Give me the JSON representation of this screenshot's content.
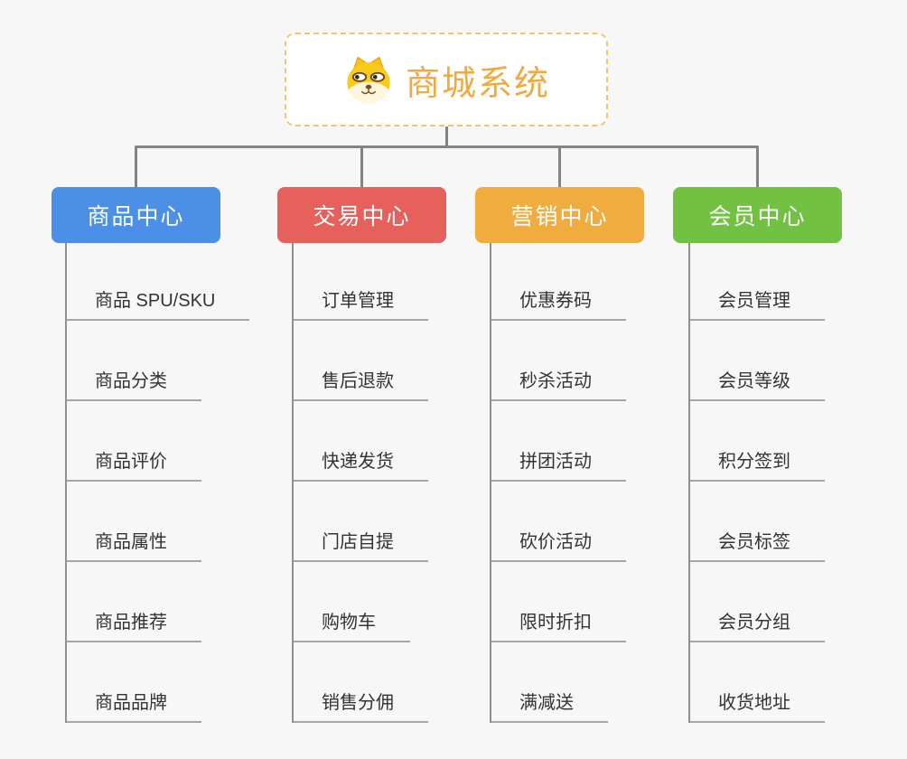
{
  "root": {
    "title": "商城系统",
    "icon": "shiba-dog-icon",
    "title_color": "#F2A93F",
    "border_color": "#F6C36B"
  },
  "colors": {
    "background": "#F7F7F8",
    "connector": "#848484",
    "item_line": "#A6A6A6",
    "item_text": "#333333"
  },
  "branches": [
    {
      "label": "商品中心",
      "color": "#4B90E6",
      "items": [
        "商品 SPU/SKU",
        "商品分类",
        "商品评价",
        "商品属性",
        "商品推荐",
        "商品品牌"
      ]
    },
    {
      "label": "交易中心",
      "color": "#E6605C",
      "items": [
        "订单管理",
        "售后退款",
        "快递发货",
        "门店自提",
        "购物车",
        "销售分佣"
      ]
    },
    {
      "label": "营销中心",
      "color": "#F0AC3E",
      "items": [
        "优惠券码",
        "秒杀活动",
        "拼团活动",
        "砍价活动",
        "限时折扣",
        "满减送"
      ]
    },
    {
      "label": "会员中心",
      "color": "#72C142",
      "items": [
        "会员管理",
        "会员等级",
        "积分签到",
        "会员标签",
        "会员分组",
        "收货地址"
      ]
    }
  ]
}
